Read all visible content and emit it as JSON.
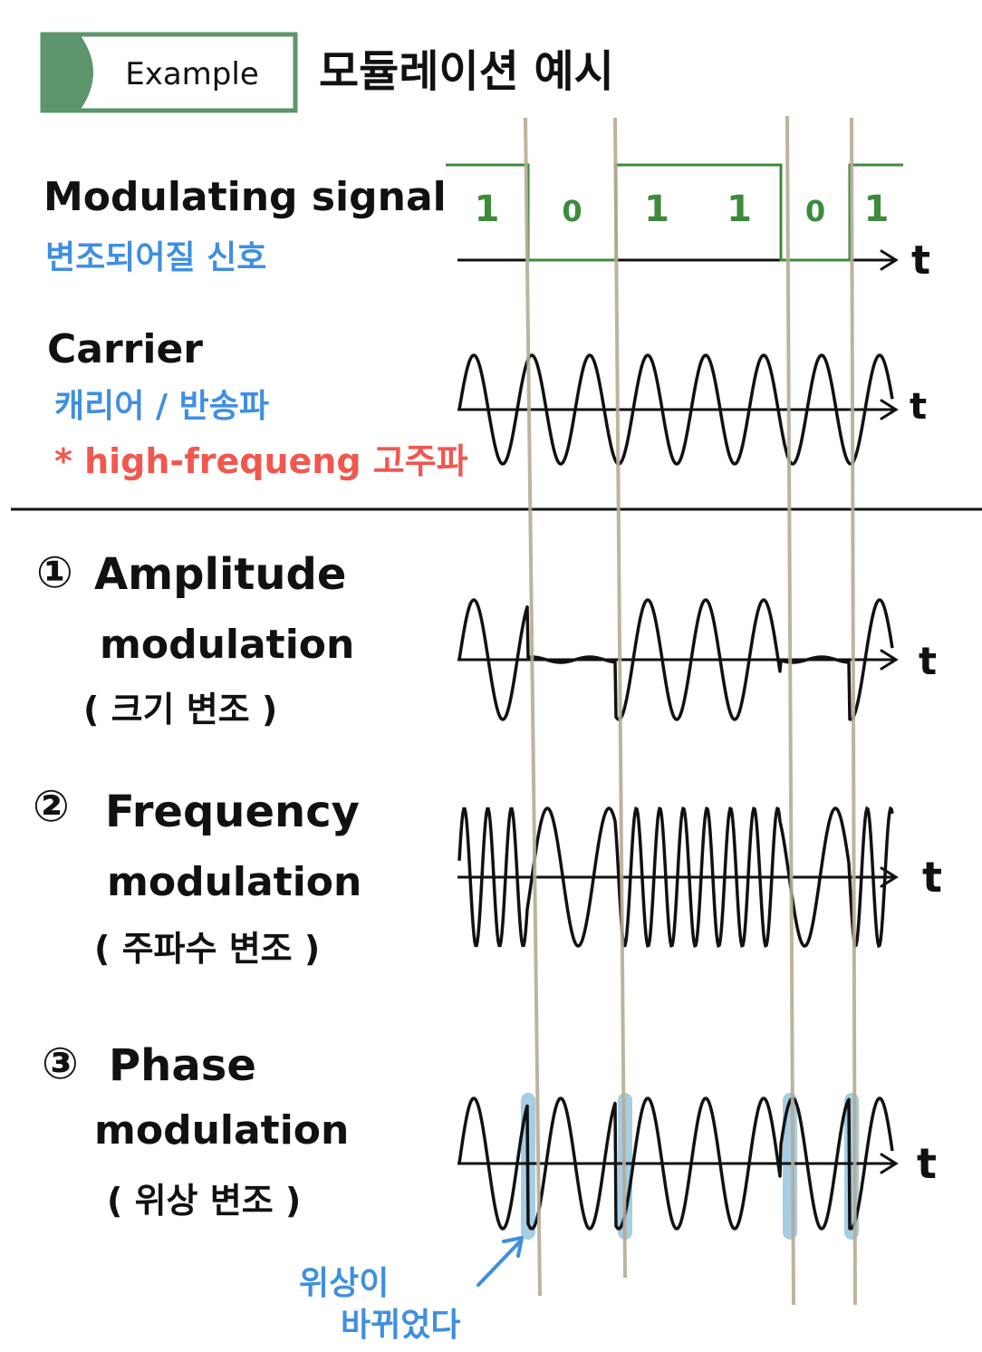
{
  "header": {
    "badge_label": "Example",
    "title": "모듈레이션 예시"
  },
  "colors": {
    "badge_green": "#5d956c",
    "signal_green": "#3c8a3a",
    "korean_blue": "#3f8fe0",
    "note_red": "#f0584f",
    "guide_tan": "#b7ab95",
    "phase_highlight": "#8ec0dc",
    "ink": "#111111"
  },
  "rows": {
    "modulating": {
      "title": "Modulating signal",
      "korean": "변조되어질 신호",
      "bits": [
        "1",
        "0",
        "1",
        "1",
        "0",
        "1"
      ],
      "axis": "t"
    },
    "carrier": {
      "title": "Carrier",
      "korean": "캐리어 / 반송파",
      "note": "* high-frequeng 고주파",
      "axis": "t"
    },
    "am": {
      "number": "①",
      "title_1": "Amplitude",
      "title_2": "modulation",
      "korean": "( 크기 변조 )",
      "axis": "t"
    },
    "fm": {
      "number": "②",
      "title_1": "Frequency",
      "title_2": "modulation",
      "korean": "( 주파수 변조 )",
      "axis": "t"
    },
    "pm": {
      "number": "③",
      "title_1": "Phase",
      "title_2": "modulation",
      "korean": "( 위상 변조 )",
      "axis": "t"
    }
  },
  "annotation": {
    "line_1": "위상이",
    "line_2": "바뀌었다"
  }
}
